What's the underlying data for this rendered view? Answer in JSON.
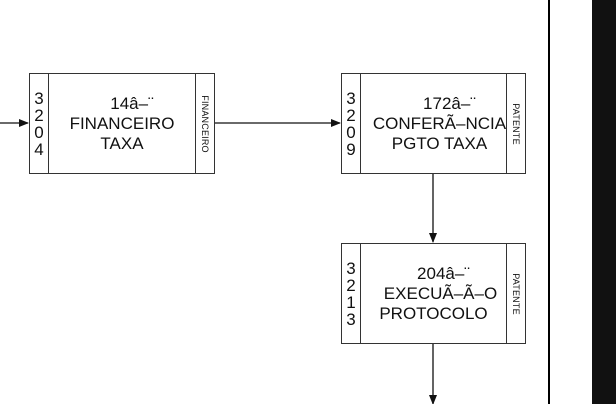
{
  "diagram": {
    "nodes": [
      {
        "id_digits": [
          "3",
          "2",
          "0",
          "4"
        ],
        "code": "14â–¨",
        "lines": [
          "FINANCEIRO",
          "TAXA"
        ],
        "lane": "FINANCEIRO"
      },
      {
        "id_digits": [
          "3",
          "2",
          "0",
          "9"
        ],
        "code": "172â–¨",
        "lines": [
          "CONFERÃ–NCIA",
          "PGTO TAXA"
        ],
        "lane": "PATENTE"
      },
      {
        "id_digits": [
          "3",
          "2",
          "1",
          "3"
        ],
        "code": "204â–¨",
        "lines": [
          "EXECUÃ–Ã–O",
          "PROTOCOLO"
        ],
        "lane": "PATENTE"
      }
    ],
    "edges": [
      {
        "from": "offscreen-left",
        "to": "3204"
      },
      {
        "from": "3204",
        "to": "3209"
      },
      {
        "from": "3209",
        "to": "3213"
      },
      {
        "from": "3213",
        "to": "offscreen-bottom"
      }
    ],
    "colors": {
      "line": "#111111",
      "border": "#333333",
      "background": "#ffffff",
      "dark_panel": "#111111"
    }
  }
}
